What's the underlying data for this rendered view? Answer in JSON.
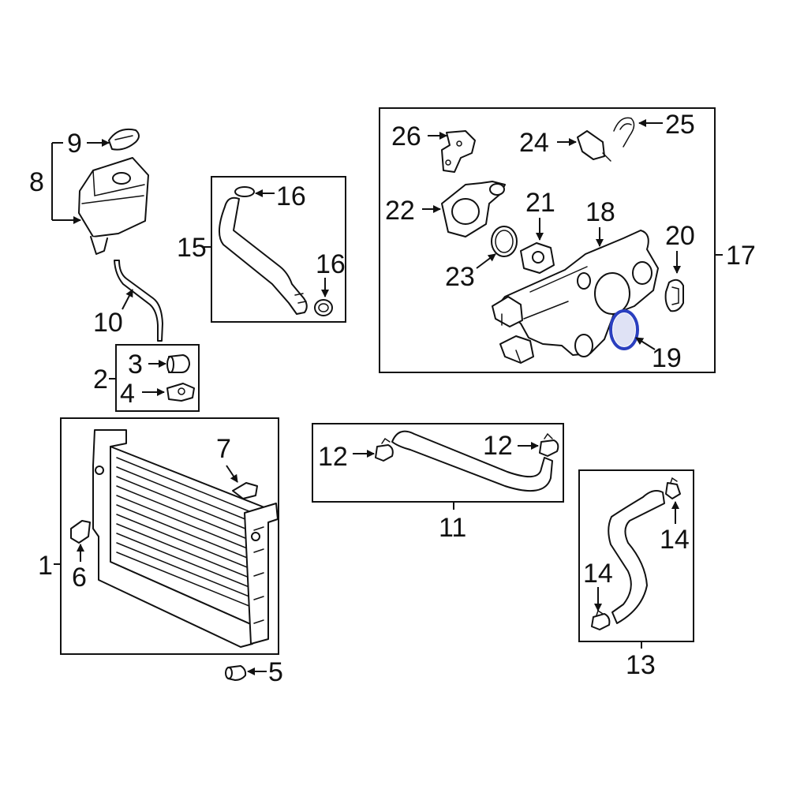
{
  "colors": {
    "line": "#111111",
    "background": "#ffffff",
    "highlight": "#2a3fbf"
  },
  "callouts": {
    "c1": "1",
    "c2": "2",
    "c3": "3",
    "c4": "4",
    "c5": "5",
    "c6": "6",
    "c7": "7",
    "c8": "8",
    "c9": "9",
    "c10": "10",
    "c11": "11",
    "c12a": "12",
    "c12b": "12",
    "c13": "13",
    "c14a": "14",
    "c14b": "14",
    "c15": "15",
    "c16a": "16",
    "c16b": "16",
    "c17": "17",
    "c18": "18",
    "c19": "19",
    "c20": "20",
    "c21": "21",
    "c22": "22",
    "c23": "23",
    "c24": "24",
    "c25": "25",
    "c26": "26"
  },
  "highlighted_part": "19"
}
